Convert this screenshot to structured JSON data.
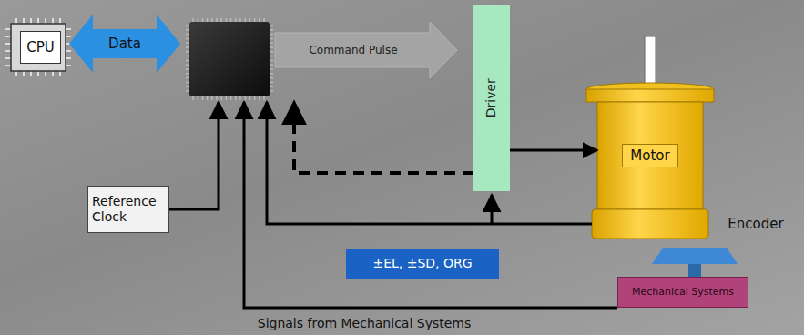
{
  "diagram": {
    "nodes": [
      {
        "text": [
          "CPU"
        ]
      },
      {
        "text": [
          "Driver"
        ]
      },
      {
        "text": [
          "Motor"
        ]
      },
      {
        "text": [
          "Reference Clock"
        ]
      },
      {
        "text": [
          "±EL, ±SD, ORG"
        ]
      },
      {
        "text": [
          "Mechanical Systems"
        ]
      }
    ],
    "edges": [
      {
        "from": 1,
        "to": 2,
        "arrow": "to"
      }
    ],
    "labels": [
      "Data",
      "Command Pulse",
      "Encoder",
      "Signals from Mechanical Systems"
    ]
  }
}
